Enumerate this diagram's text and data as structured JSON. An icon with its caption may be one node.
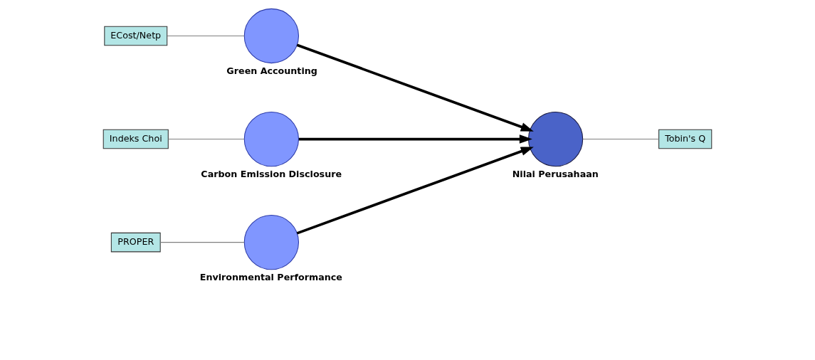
{
  "diagram": {
    "nodes": [
      {
        "text": [
          "ECost/Netp"
        ]
      },
      {
        "text": [
          "Green Accounting"
        ]
      },
      {
        "text": [
          "Indeks Choi"
        ]
      },
      {
        "text": [
          "Carbon Emission Disclosure"
        ]
      },
      {
        "text": [
          "PROPER"
        ]
      },
      {
        "text": [
          "Environmental Performance"
        ]
      },
      {
        "text": [
          "Nilai Perusahaan"
        ]
      },
      {
        "text": [
          "Tobin's Q"
        ]
      }
    ],
    "edges": [
      {
        "from": 0,
        "to": 1,
        "arrow": "none",
        "color": "#808080"
      },
      {
        "from": 1,
        "to": 6,
        "arrow": "to",
        "style": "thick",
        "color": "#000000"
      },
      {
        "from": 2,
        "to": 3,
        "arrow": "none",
        "color": "#808080"
      },
      {
        "from": 3,
        "to": 6,
        "arrow": "to",
        "style": "thick",
        "color": "#000000"
      },
      {
        "from": 4,
        "to": 5,
        "arrow": "none",
        "color": "#808080"
      },
      {
        "from": 5,
        "to": 6,
        "arrow": "to",
        "style": "thick",
        "color": "#000000"
      },
      {
        "from": 6,
        "to": 7,
        "arrow": "none",
        "color": "#808080"
      }
    ]
  }
}
